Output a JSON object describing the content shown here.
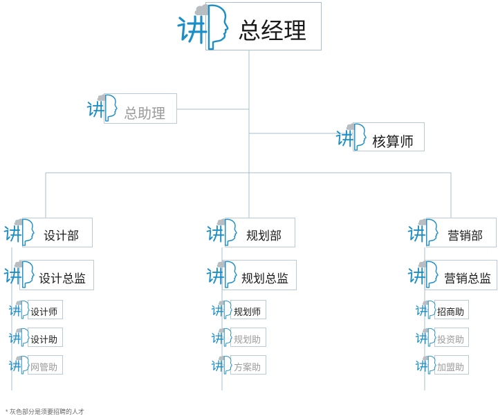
{
  "colors": {
    "line": "#a8bccb",
    "border": "#b9c9d6",
    "logo_blue": "#1b8ec8",
    "logo_cloud": "#b8bdc2",
    "text": "#1a1a1a",
    "text_gray": "#9a9a9a"
  },
  "icon": "jiang-speaking-head-logo-icon",
  "nodes": {
    "gm": {
      "label": "总经理",
      "gray": false
    },
    "assistant": {
      "label": "总助理",
      "gray": true
    },
    "accountant": {
      "label": "核算师",
      "gray": false
    },
    "design": {
      "dept": {
        "label": "设计部",
        "gray": false
      },
      "director": {
        "label": "设计总监",
        "gray": false
      },
      "staff": [
        {
          "label": "设计师",
          "gray": false
        },
        {
          "label": "设计助",
          "gray": false
        },
        {
          "label": "网管助",
          "gray": true
        }
      ]
    },
    "planning": {
      "dept": {
        "label": "规划部",
        "gray": false
      },
      "director": {
        "label": "规划总监",
        "gray": false
      },
      "staff": [
        {
          "label": "规划师",
          "gray": false
        },
        {
          "label": "规划助",
          "gray": true
        },
        {
          "label": "方案助",
          "gray": true
        }
      ]
    },
    "marketing": {
      "dept": {
        "label": "营销部",
        "gray": false
      },
      "director": {
        "label": "营销总监",
        "gray": false
      },
      "staff": [
        {
          "label": "招商助",
          "gray": false
        },
        {
          "label": "投资助",
          "gray": true
        },
        {
          "label": "加盟助",
          "gray": true
        }
      ]
    }
  },
  "footnote": "* 灰色部分是须要招聘的人才"
}
